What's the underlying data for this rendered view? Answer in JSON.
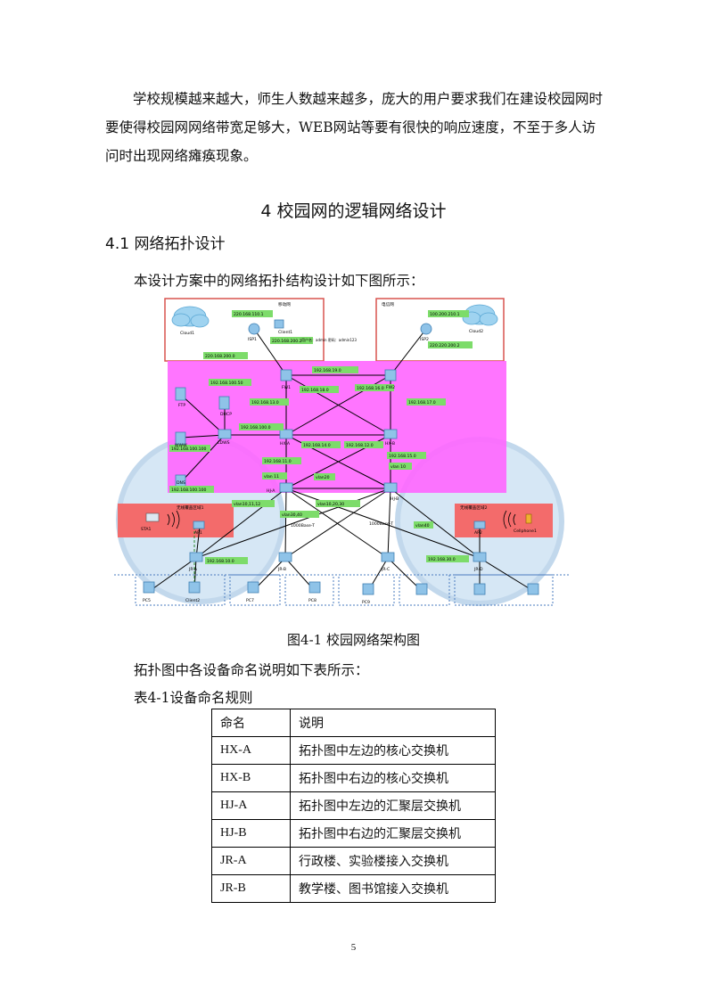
{
  "body": {
    "intro_paragraph": "学校规模越来越大，师生人数越来越多，庞大的用户要求我们在建设校园网时要使得校园网网络带宽足够大，WEB网站等要有很快的响应速度，不至于多人访问时出现网络瘫痪现象。",
    "chapter_heading": "4  校园网的逻辑网络设计",
    "section_heading": "4.1  网络拓扑设计",
    "section_intro": "本设计方案中的网络拓扑结构设计如下图所示：",
    "figure_caption": "图4-1  校园网络架构图",
    "table_intro": "拓扑图中各设备命名说明如下表所示：",
    "table_title": "表4-1设备命名规则"
  },
  "figure": {
    "isp1_label": "移动网",
    "isp2_label": "电信网",
    "cloud1": "Cloud1",
    "client1": "Client1",
    "cloud2": "Cloud2",
    "isp1": "ISP1",
    "isp2": "ISP2",
    "ip_isp1_top": "220.168.110.1",
    "ip_isp2_top": "100.200.210.1",
    "ip_isp1_r": "220.168.200.2",
    "ip_isp2_r": "220.220.200.2",
    "ip_isp1_down": "220.168.200.0",
    "account": "用户名：admin 密码：admin123",
    "fw1": "FW1",
    "fw2": "FW2",
    "ip_fw_link": "192.168.19.0",
    "ip_fw_cross": "192.168.18.0",
    "ip_fw2_a": "192.168.16.0",
    "ip_fw2_b": "192.168.17.0",
    "ip_dhcp": "192.168.100.50",
    "dhcp": "DHCP",
    "ftp": "FTP",
    "www": "WWW",
    "ldws": "LDWS",
    "ip_ldws": "192.168.100.0",
    "ip_server": "192.168.100.100",
    "dns": "DNS",
    "ip_dns": "192.168.100.100",
    "ip_13": "192.168.13.0",
    "hxa": "HX-A",
    "hxb": "HX-B",
    "ip_14": "192.168.14.0",
    "ip_12": "192.168.12.0",
    "ip_15": "192.168.15.0",
    "ip_11": "192.168.11.0",
    "vlan10": "vlan 10",
    "vlan11": "vlan 11",
    "vlan20": "vlan20",
    "hja": "HJ-A",
    "hjb": "HJ-B",
    "vlan_a": "vlan10,11,12",
    "vlan_b": "vlan10,20,30",
    "vlan_c": "vlan30,40",
    "vlan_d": "vlan40",
    "wlan1": "无线覆盖区域1",
    "wlan2": "无线覆盖区域2",
    "sta1": "STA1",
    "ap1": "AP1",
    "ap2": "AP2",
    "cellphone": "Cellphone1",
    "link1": "1000Base-T",
    "link2": "1000Base-T",
    "jra": "JR-A",
    "jrb": "JR-B",
    "jrc": "JR-C",
    "jrd": "JR-D",
    "ip_jra": "192.168.10.0",
    "ip_jrd": "192.168.30.0",
    "pc5": "PC5",
    "client2": "Client2",
    "pc7": "PC7",
    "pc8": "PC8",
    "pc9": "PC9"
  },
  "naming_table": {
    "headers": [
      "命名",
      "说明"
    ],
    "rows": [
      [
        "HX-A",
        "拓扑图中左边的核心交换机"
      ],
      [
        "HX-B",
        "拓扑图中右边的核心交换机"
      ],
      [
        "HJ-A",
        "拓扑图中左边的汇聚层交换机"
      ],
      [
        "HJ-B",
        "拓扑图中右边的汇聚层交换机"
      ],
      [
        "JR-A",
        "行政楼、实验楼接入交换机"
      ],
      [
        "JR-B",
        "教学楼、图书馆接入交换机"
      ]
    ]
  },
  "page_number": "5",
  "colors": {
    "core_zone": "#ff66ff",
    "isp_border": "#d9534f",
    "ip_label": "#7ddc6a",
    "wireless_circle": "#cfe3f3",
    "wireless_zone": "#f36b6b"
  }
}
